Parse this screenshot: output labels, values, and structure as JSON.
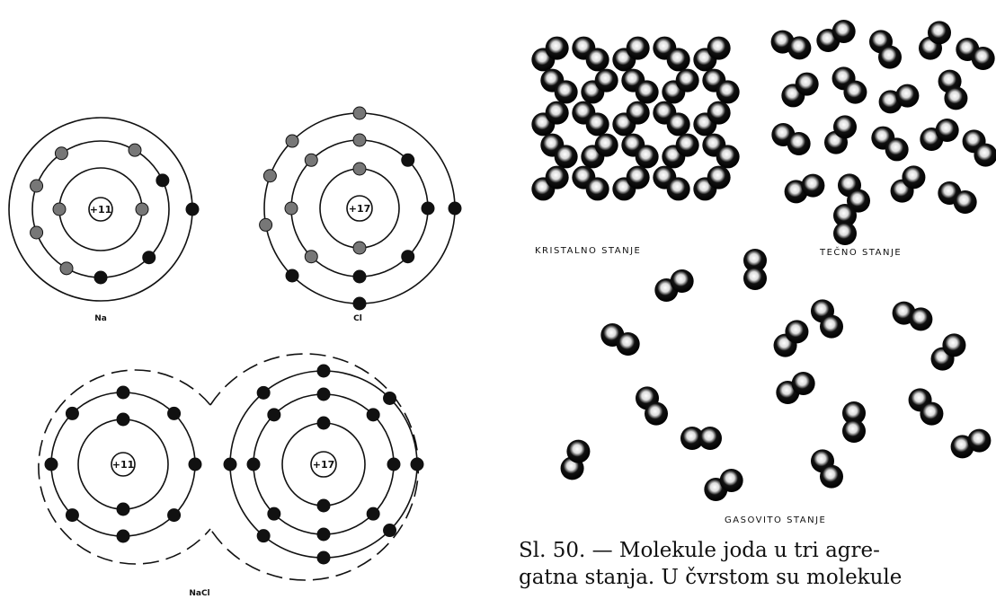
{
  "atoms": {
    "na_label": "Na",
    "cl_label": "Cl",
    "nacl_label": "NaCl",
    "na_nucleus": "+11",
    "cl_nucleus": "+17",
    "nacl_na_nucleus": "+11",
    "nacl_cl_nucleus": "+17"
  },
  "states": {
    "crystal_label": "KRISTALNO  STANJE",
    "liquid_label": "TEČNO  STANJE",
    "gas_label": "GASOVITO  STANJE"
  },
  "caption": {
    "line1": "Sl. 50. — Molekule joda u tri agre-",
    "line2": "gatna stanja. U čvrstom su molekule"
  },
  "colors": {
    "ink": "#111111",
    "paper": "#ffffff"
  }
}
